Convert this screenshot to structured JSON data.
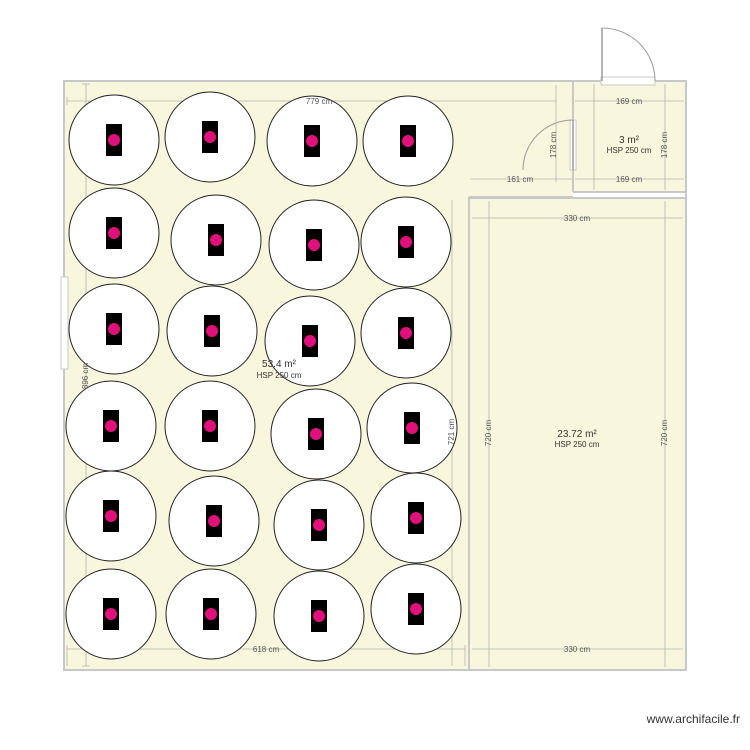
{
  "plan": {
    "colors": {
      "room_fill": "#f8f6dc",
      "wall": "#c8c8c8",
      "dim_line": "#b4b4b4",
      "fixture": "#000000",
      "dot": "#e0117a",
      "circle": "#ffffff"
    },
    "rooms": {
      "main": {
        "area": "53.4 m²",
        "hsp": "HSP 250 cm"
      },
      "small": {
        "area": "3 m²",
        "hsp": "HSP 250 cm"
      },
      "right": {
        "area": "23.72 m²",
        "hsp": "HSP 250 cm"
      }
    },
    "dims": {
      "top_main": "779 cm",
      "bottom_main": "618 cm",
      "left_main": "896 cm",
      "inner_right_main": "721 cm",
      "small_top": "169 cm",
      "small_bottom": "169 cm",
      "small_right": "178 cm",
      "small_left": "178 cm",
      "hall": "161 cm",
      "right_top": "330 cm",
      "right_bottom": "330 cm",
      "right_left": "720 cm",
      "right_right": "720 cm"
    },
    "watermark": "www.archifacile.fr"
  }
}
